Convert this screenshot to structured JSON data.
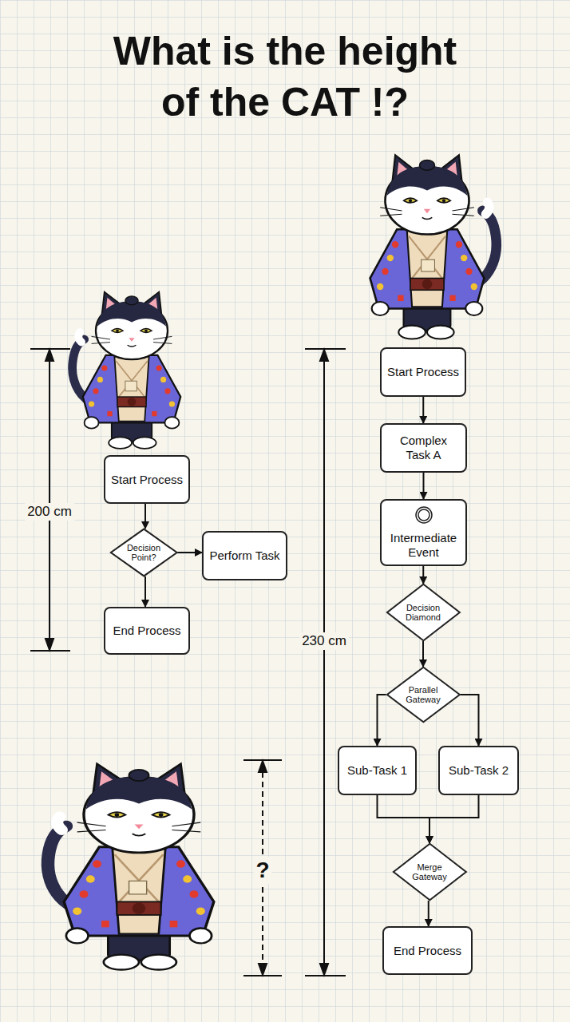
{
  "diagram": {
    "title": "What is the height of the CAT !?",
    "nodes": [
      {
        "text": [
          "Start Process"
        ]
      },
      {
        "text": [
          "Decision Point?"
        ]
      },
      {
        "text": [
          "Perform Task"
        ]
      },
      {
        "text": [
          "End Process"
        ]
      },
      {
        "text": [
          "Start Process"
        ]
      },
      {
        "text": [
          "Complex Task A"
        ]
      },
      {
        "text": [
          "Intermediate Event"
        ]
      },
      {
        "text": [
          "Decision Diamond"
        ]
      },
      {
        "text": [
          "Parallel Gateway"
        ]
      },
      {
        "text": [
          "Sub-Task 1"
        ]
      },
      {
        "text": [
          "Sub-Task 2"
        ]
      },
      {
        "text": [
          "Merge Gateway"
        ]
      },
      {
        "text": [
          "End Process"
        ]
      }
    ],
    "edges": [
      {
        "from": 0,
        "to": 1,
        "arrow": "to"
      },
      {
        "from": 1,
        "to": 2,
        "arrow": "to"
      },
      {
        "from": 1,
        "to": 3,
        "arrow": "to"
      },
      {
        "from": 4,
        "to": 5,
        "arrow": "to"
      },
      {
        "from": 5,
        "to": 6,
        "arrow": "to"
      },
      {
        "from": 6,
        "to": 7,
        "arrow": "to"
      },
      {
        "from": 7,
        "to": 8,
        "arrow": "to"
      },
      {
        "from": 8,
        "to": 9,
        "arrow": "to"
      },
      {
        "from": 8,
        "to": 10,
        "arrow": "to"
      },
      {
        "from": 9,
        "to": 11,
        "arrow": "to"
      },
      {
        "from": 10,
        "to": 11,
        "arrow": "to"
      },
      {
        "from": 11,
        "to": 12,
        "arrow": "to"
      }
    ],
    "labels": [
      "200 cm",
      "230 cm",
      "?"
    ]
  }
}
